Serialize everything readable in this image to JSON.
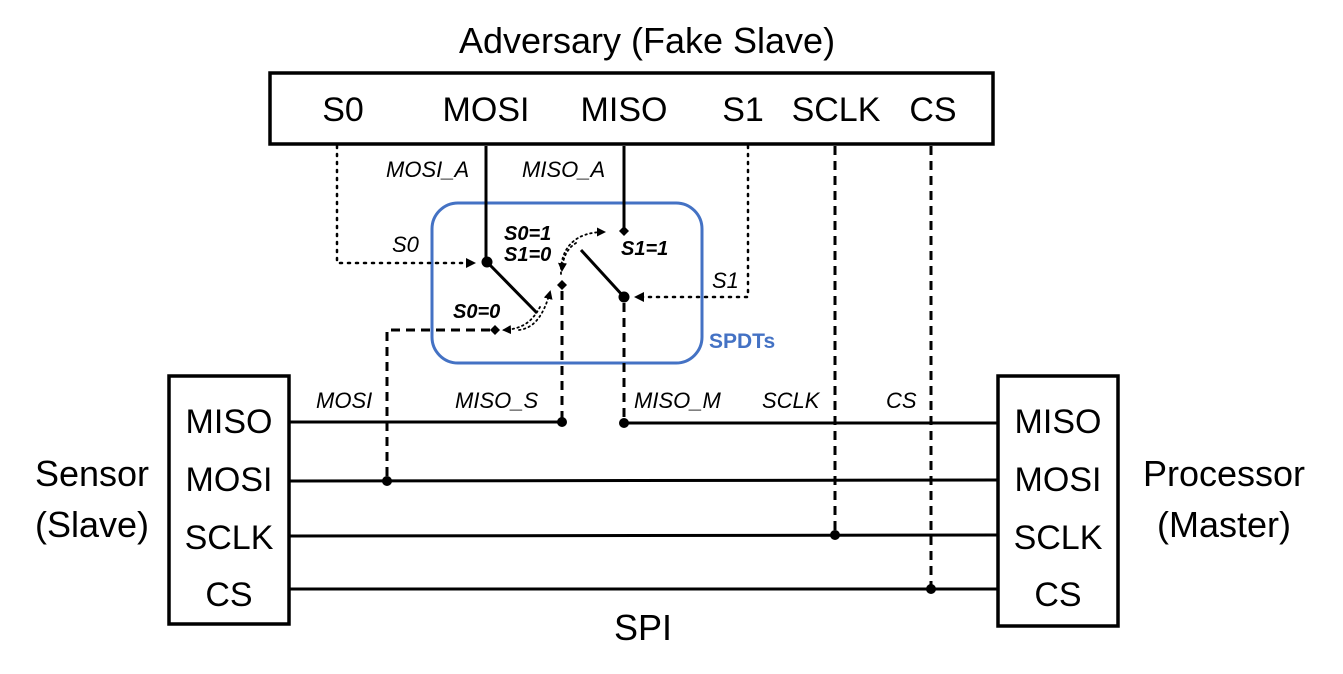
{
  "adversary": {
    "title": "Adversary (Fake Slave)",
    "pins": [
      "S0",
      "MOSI",
      "MISO",
      "S1",
      "SCLK",
      "CS"
    ]
  },
  "sensor": {
    "title_line1": "Sensor",
    "title_line2": "(Slave)",
    "pins": [
      "MISO",
      "MOSI",
      "SCLK",
      "CS"
    ]
  },
  "processor": {
    "title_line1": "Processor",
    "title_line2": "(Master)",
    "pins": [
      "MISO",
      "MOSI",
      "SCLK",
      "CS"
    ]
  },
  "bus_label": "SPI",
  "spdt": {
    "label": "SPDTs",
    "color": "#4472C4"
  },
  "signal_labels": {
    "mosi_a": "MOSI_A",
    "miso_a": "MISO_A",
    "s0": "S0",
    "s1": "S1",
    "mosi": "MOSI",
    "miso_s": "MISO_S",
    "miso_m": "MISO_M",
    "sclk": "SCLK",
    "cs": "CS"
  },
  "switch_states": {
    "s0_is_1": "S0=1",
    "s1_is_0": "S1=0",
    "s1_is_1": "S1=1",
    "s0_is_0": "S0=0"
  }
}
